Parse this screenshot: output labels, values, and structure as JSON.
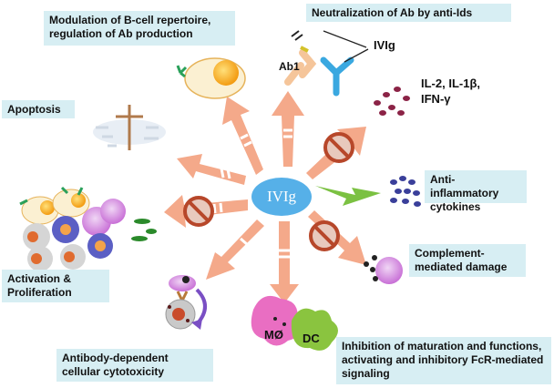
{
  "center": {
    "label": "IVIg"
  },
  "boxes": {
    "modulation": "Modulation of B-cell repertoire, regulation of Ab production",
    "neutralization": "Neutralization of Ab by anti-Ids",
    "apoptosis": "Apoptosis",
    "anti_inflammatory": "Anti-inflammatory cytokines",
    "complement": "Complement-mediated damage",
    "activation": "Activation & Proliferation",
    "adcc": "Antibody-dependent cellular cytotoxicity",
    "inhibition": "Inhibition of maturation and functions, activating and inhibitory FcR-mediated signaling"
  },
  "labels": {
    "ivig_small": "IVIg",
    "ab1": "Ab1",
    "cytokines_line1": "IL-2, IL-1β,",
    "cytokines_line2": "IFN-γ",
    "macrophage": "MØ",
    "dc": "DC"
  },
  "colors": {
    "arrow": "#f4a98a",
    "center": "#56b0e8",
    "box": "#d7eef3",
    "prohibited": "#b7472a"
  }
}
